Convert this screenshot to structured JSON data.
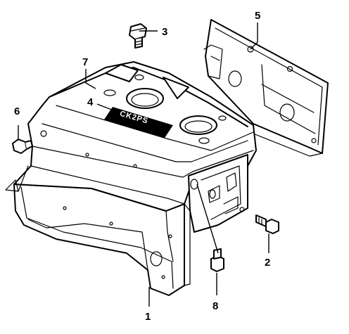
{
  "diagram": {
    "callouts": [
      {
        "id": "1",
        "label": "1"
      },
      {
        "id": "2",
        "label": "2"
      },
      {
        "id": "3",
        "label": "3"
      },
      {
        "id": "4",
        "label": "4"
      },
      {
        "id": "5",
        "label": "5"
      },
      {
        "id": "6",
        "label": "6"
      },
      {
        "id": "7",
        "label": "7"
      },
      {
        "id": "8",
        "label": "8"
      }
    ],
    "badge_text": "CK2PS",
    "colors": {
      "line": "#000000",
      "background": "#ffffff"
    }
  }
}
